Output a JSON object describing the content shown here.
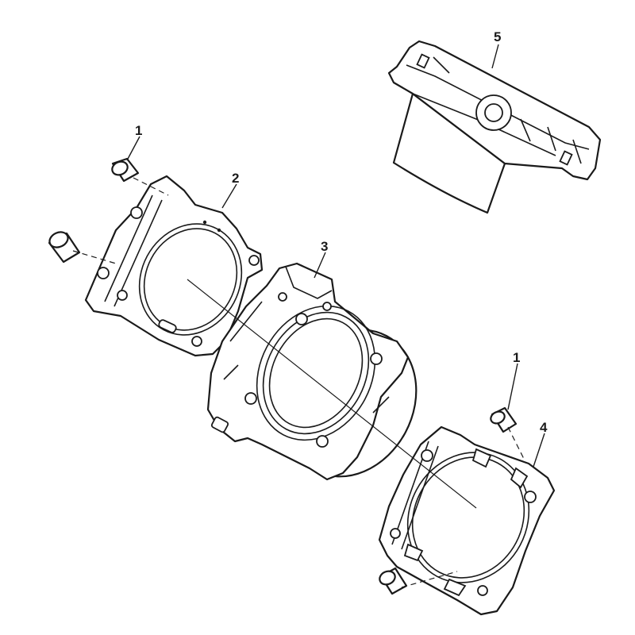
{
  "diagram": {
    "callouts": {
      "dowel_top": "1",
      "dowel_right": "1",
      "base_gasket": "2",
      "cylinder": "3",
      "head_gasket": "4",
      "cylinder_liner": "5"
    }
  }
}
